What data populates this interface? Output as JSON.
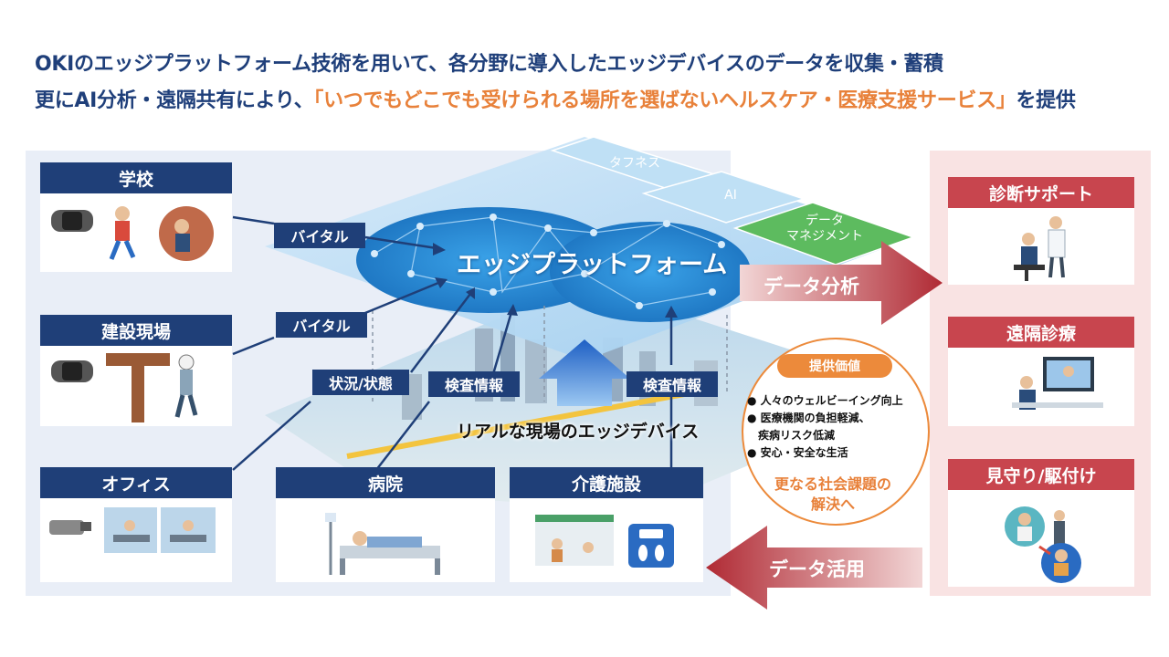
{
  "headline": {
    "line1": "OKIのエッジプラットフォーム技術を用いて、各分野に導入したエッジデバイスのデータを収集・蓄積",
    "line2_prefix": "更にAI分析・遠隔共有により、",
    "line2_highlight": "「いつでもどこでも受けられる場所を選ばないヘルスケア・医療支援サービス」",
    "line2_suffix": "を提供"
  },
  "fields": {
    "school": "学校",
    "construction": "建設現場",
    "office": "オフィス",
    "hospital": "病院",
    "care_facility": "介護施設"
  },
  "data_tags": {
    "vital1": "バイタル",
    "vital2": "バイタル",
    "status": "状況/状態",
    "exam1": "検査情報",
    "exam2": "検査情報"
  },
  "platform": {
    "title": "エッジプラットフォーム",
    "tiles": [
      "タフネス",
      "AI",
      "データ\nマネジメント"
    ]
  },
  "real_field_label": "リアルな現場のエッジデバイス",
  "arrows": {
    "analysis": "データ分析",
    "utilization": "データ活用"
  },
  "services": {
    "diagnosis_support": "診断サポート",
    "remote_care": "遠隔診療",
    "watch": "見守り/駆付け"
  },
  "value": {
    "badge": "提供価値",
    "items": [
      "人々のウェルビーイング向上",
      "医療機関の負担軽減、\n　疾病リスク低減",
      "安心・安全な生活"
    ],
    "footer": "更なる社会課題の\n解決へ"
  },
  "colors": {
    "navy": "#1f3f78",
    "red": "#c8454e",
    "orange": "#ec8a3b",
    "platform_blue": "#2f8fd6"
  }
}
